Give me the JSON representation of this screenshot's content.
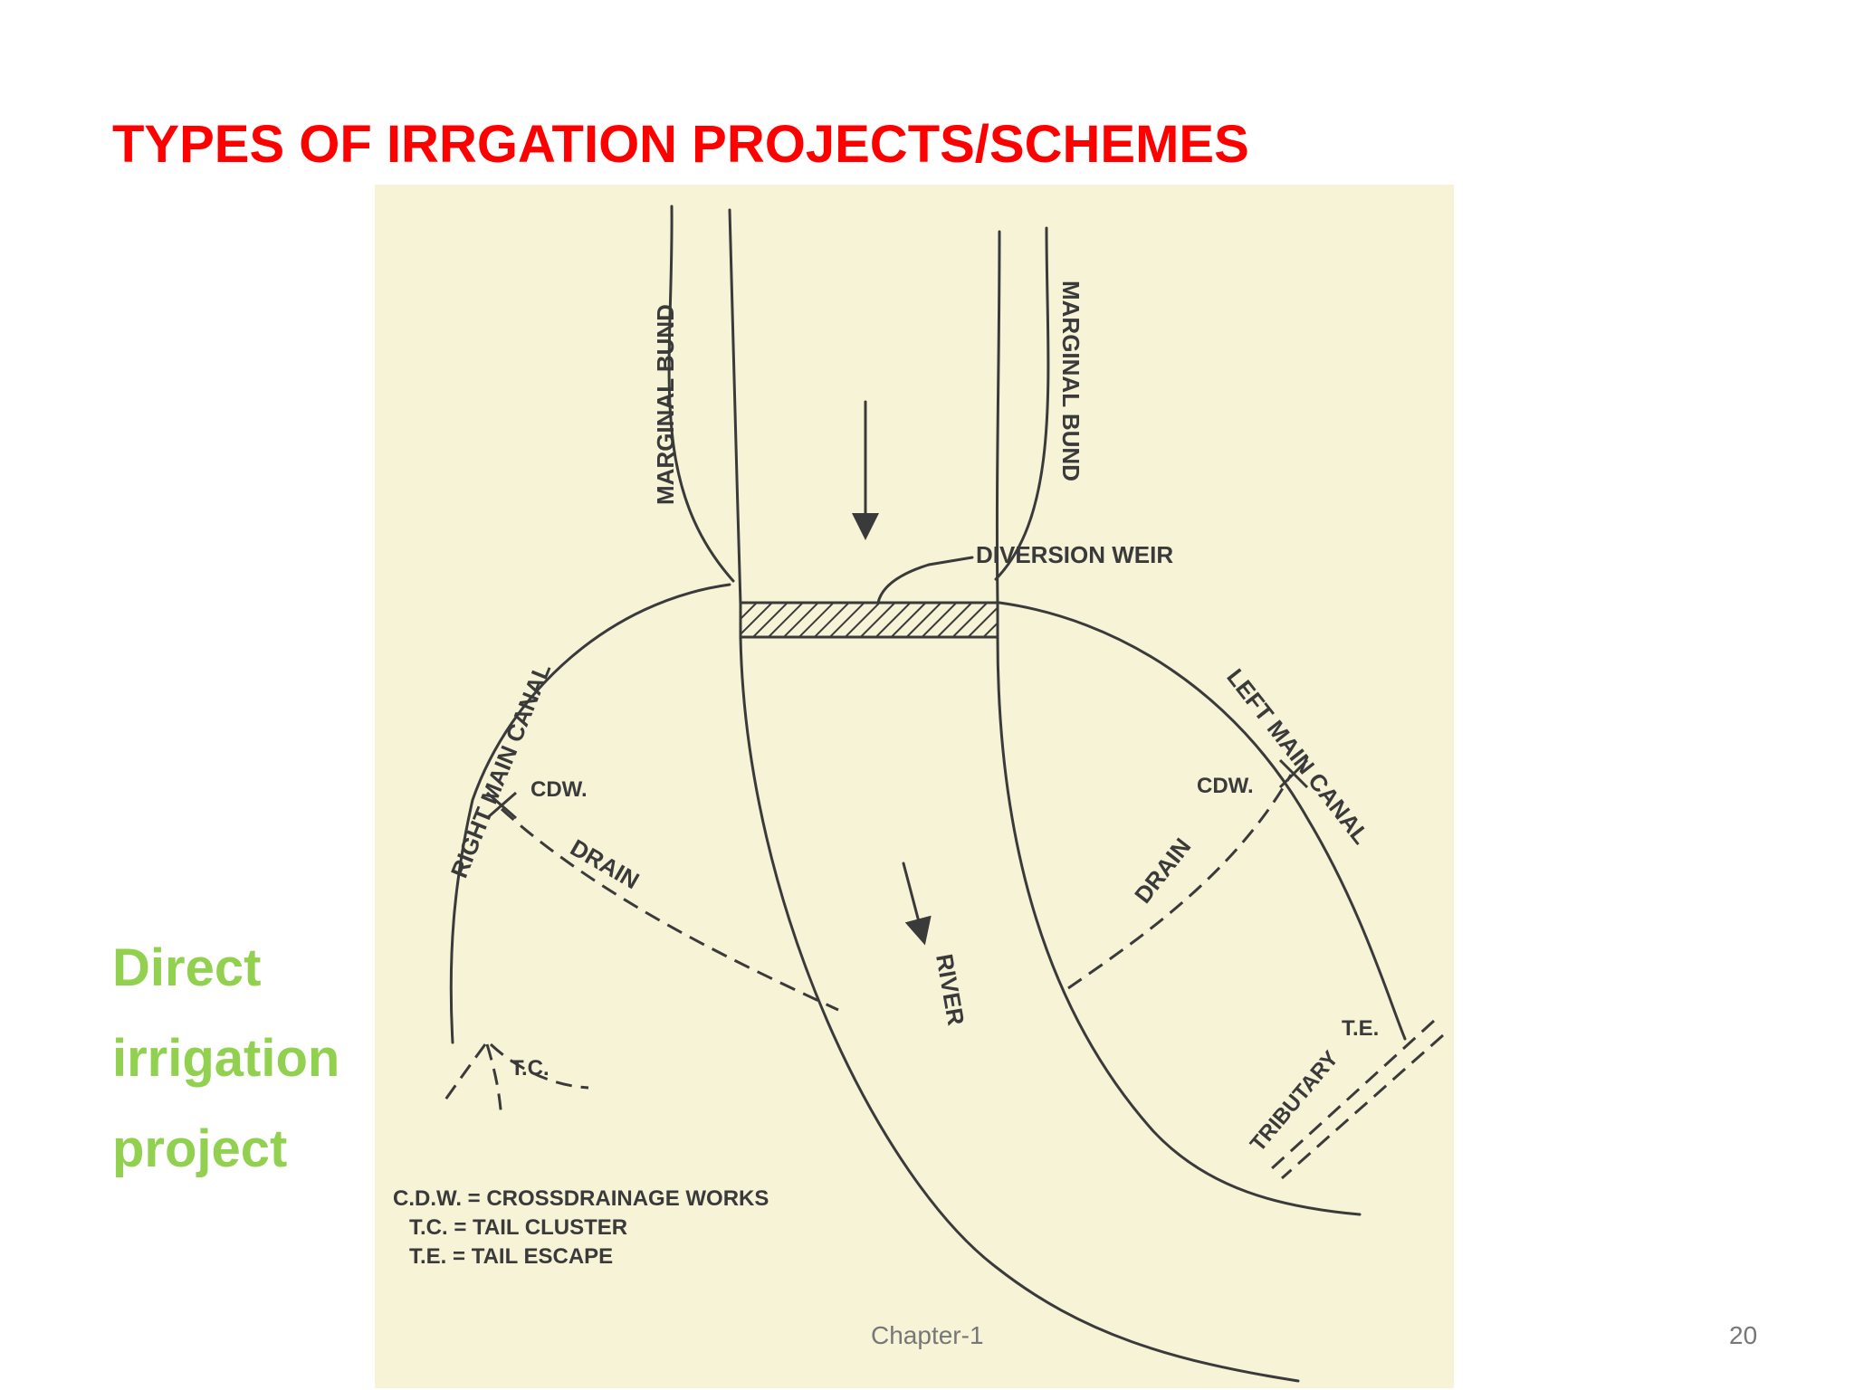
{
  "slide": {
    "title": "TYPES OF IRRGATION PROJECTS/SCHEMES",
    "side_text": [
      "Direct",
      "irrigation",
      "project"
    ],
    "footer": "Chapter-1",
    "page_number": "20"
  },
  "diagram": {
    "labels": {
      "marginal_bund_left": "MARGINAL BUND",
      "marginal_bund_right": "MARGINAL BUND",
      "diversion_weir": "DIVERSION WEIR",
      "right_main_canal": "RIGHT MAIN CANAL",
      "left_main_canal": "LEFT MAIN CANAL",
      "cdw_left": "CDW.",
      "cdw_right": "CDW.",
      "drain_left": "DRAIN",
      "drain_right": "DRAIN",
      "river": "RIVER",
      "tc": "T.C.",
      "te": "T.E.",
      "tributary": "TRIBUTARY"
    },
    "legend": [
      "C.D.W. = CROSSDRAINAGE WORKS",
      "T.C. = TAIL CLUSTER",
      "T.E. = TAIL ESCAPE"
    ]
  },
  "colors": {
    "title": "#ff0000",
    "side_text": "#92d050",
    "figure_bg": "#f6f3d6",
    "ink": "#3a3a3a"
  }
}
